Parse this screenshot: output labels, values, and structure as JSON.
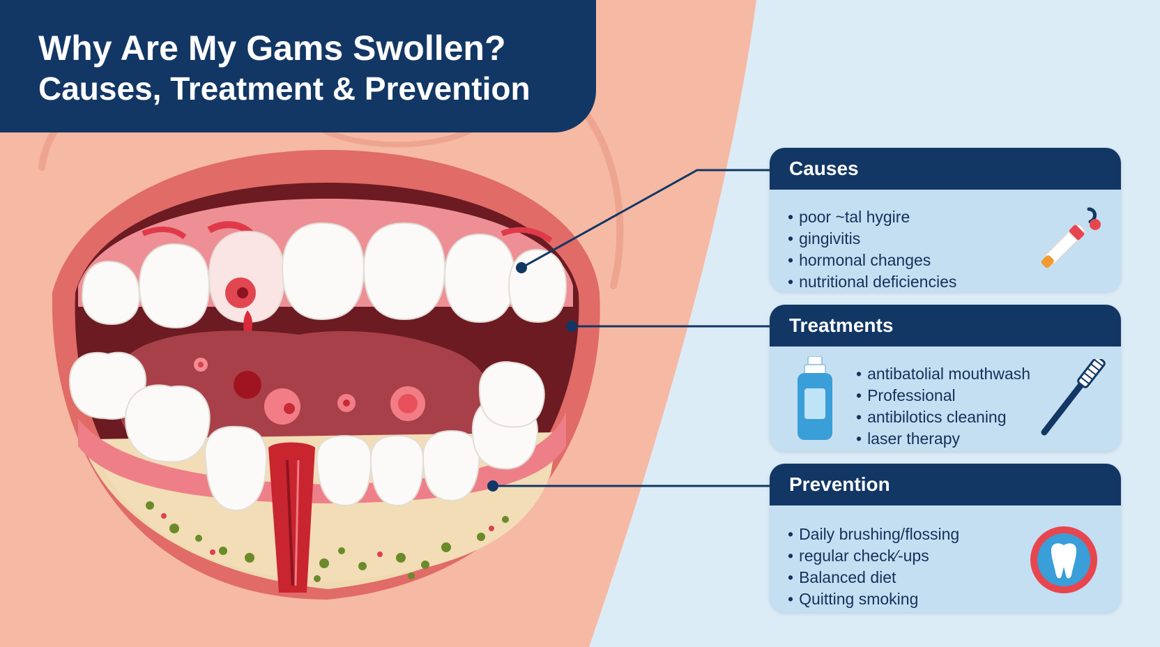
{
  "header": {
    "title_line1": "Why Are My Gams Swollen?",
    "title_line2": "Causes, Treatment & Prevention"
  },
  "panels": {
    "causes": {
      "title": "Causes",
      "items": [
        "poor ~tal hygire",
        "gingivitis",
        "hormonal changes",
        "nutritional deficiencies"
      ],
      "icon": "toothbrush-paste-icon"
    },
    "treatments": {
      "title": "Treatments",
      "items": [
        "antibatolial mouthwash",
        "Professional",
        "antibilotics cleaning",
        "laser therapy"
      ],
      "icons": [
        "mouthwash-bottle-icon",
        "toothbrush-icon"
      ]
    },
    "prevention": {
      "title": "Prevention",
      "items": [
        "Daily brushing/flossing",
        "regular check⁄-ups",
        "Balanced diet",
        "Quitting smoking"
      ],
      "icon": "tooth-badge-icon"
    }
  },
  "colors": {
    "navy": "#123765",
    "panel": "#c4dff2",
    "skin": "#f6b9a4",
    "gum": "#e9666f",
    "background": "#dcecf7"
  }
}
